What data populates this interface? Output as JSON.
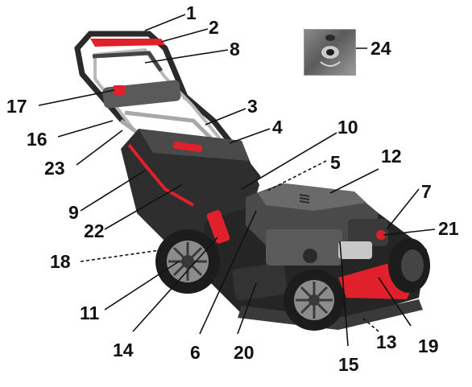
{
  "diagram": {
    "labels": [
      {
        "id": "1",
        "text": "1"
      },
      {
        "id": "2",
        "text": "2"
      },
      {
        "id": "8",
        "text": "8"
      },
      {
        "id": "24",
        "text": "24"
      },
      {
        "id": "17",
        "text": "17"
      },
      {
        "id": "3",
        "text": "3"
      },
      {
        "id": "4",
        "text": "4"
      },
      {
        "id": "16",
        "text": "16"
      },
      {
        "id": "10",
        "text": "10"
      },
      {
        "id": "23",
        "text": "23"
      },
      {
        "id": "5",
        "text": "5"
      },
      {
        "id": "12",
        "text": "12"
      },
      {
        "id": "7",
        "text": "7"
      },
      {
        "id": "9",
        "text": "9"
      },
      {
        "id": "21",
        "text": "21"
      },
      {
        "id": "22",
        "text": "22"
      },
      {
        "id": "18",
        "text": "18"
      },
      {
        "id": "11",
        "text": "11"
      },
      {
        "id": "14",
        "text": "14"
      },
      {
        "id": "6",
        "text": "6"
      },
      {
        "id": "20",
        "text": "20"
      },
      {
        "id": "15",
        "text": "15"
      },
      {
        "id": "13",
        "text": "13"
      },
      {
        "id": "19",
        "text": "19"
      }
    ],
    "colors": {
      "body": "#3b3b3b",
      "accent": "#e0202a",
      "metal": "#9a9a9a",
      "tire": "#1c1c1c",
      "rim": "#8c8c8c"
    }
  }
}
